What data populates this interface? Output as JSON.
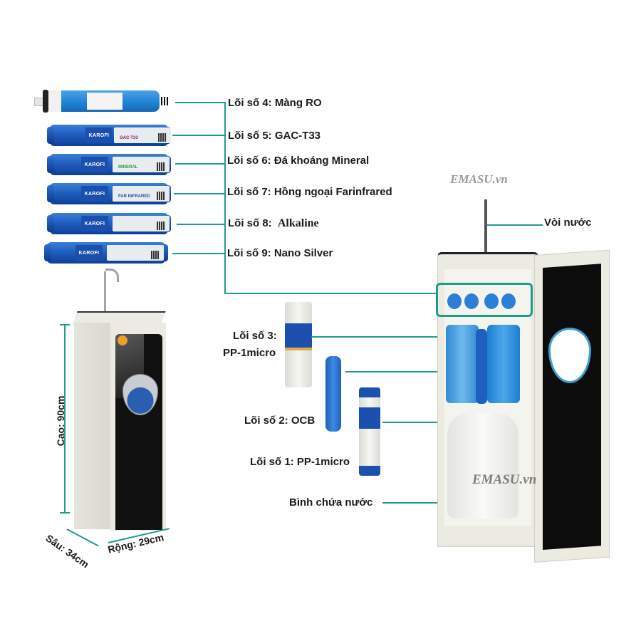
{
  "watermark": "EMASU.vn",
  "brand": "KAROFI",
  "cartridges_top": [
    {
      "label": "Lõi số 4: Màng RO",
      "sticker": ""
    },
    {
      "label": "Lõi số 5: GAC-T33",
      "sticker": "GAC-T33"
    },
    {
      "label": "Lõi số 6: Đá khoáng Mineral",
      "sticker": "MINERAL"
    },
    {
      "label": "Lõi số 7: Hồng ngoại Farinfrared",
      "sticker": "FAR INFRARED"
    },
    {
      "label_prefix": "Lõi số 8:",
      "label_name": "Alkaline",
      "sticker": ""
    },
    {
      "label": "Lõi số 9: Nano Silver",
      "sticker": ""
    }
  ],
  "cartridges_bottom": {
    "core3_line1": "Lõi số 3:",
    "core3_line2": "PP-1micro",
    "core2": "Lõi số 2: OCB",
    "core1": "Lõi số 1: PP-1micro"
  },
  "parts": {
    "faucet": "Vòi nước",
    "tank": "Bình chứa nước"
  },
  "dimensions": {
    "height": "Cao: 90cm",
    "depth": "Sâu: 34cm",
    "width": "Rộng: 29cm"
  },
  "colors": {
    "line": "#1f9b8e",
    "cartridge_blue": "#1f5fbf"
  }
}
